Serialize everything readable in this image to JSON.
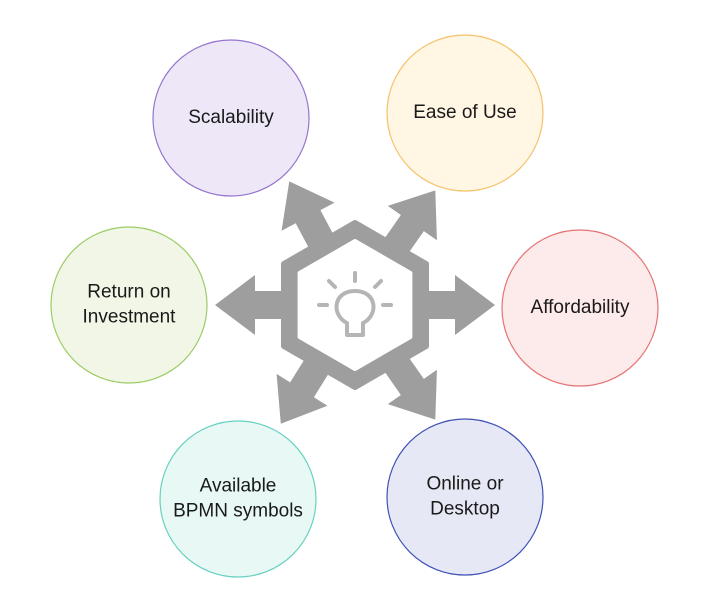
{
  "hub": {
    "icon": "lightbulb-icon",
    "fill_color": "#9e9e9e",
    "inner_color": "#ffffff",
    "icon_color": "#b5b5b5"
  },
  "nodes": [
    {
      "id": "scalability",
      "lines": [
        "Scalability"
      ],
      "fill": "#ede7f8",
      "stroke": "#9575cd"
    },
    {
      "id": "ease-of-use",
      "lines": [
        "Ease of Use"
      ],
      "fill": "#fff6e4",
      "stroke": "#f5c26b"
    },
    {
      "id": "affordability",
      "lines": [
        "Affordability"
      ],
      "fill": "#fdeaea",
      "stroke": "#e57373"
    },
    {
      "id": "online-or-desktop",
      "lines": [
        "Online or",
        "Desktop"
      ],
      "fill": "#e6e9f5",
      "stroke": "#3f51b5"
    },
    {
      "id": "available-bpmn-symbols",
      "lines": [
        "Available",
        "BPMN symbols"
      ],
      "fill": "#e8f8f5",
      "stroke": "#66d1c0"
    },
    {
      "id": "return-on-investment",
      "lines": [
        "Return on",
        "Investment"
      ],
      "fill": "#f1f6e6",
      "stroke": "#9ccc65"
    }
  ]
}
